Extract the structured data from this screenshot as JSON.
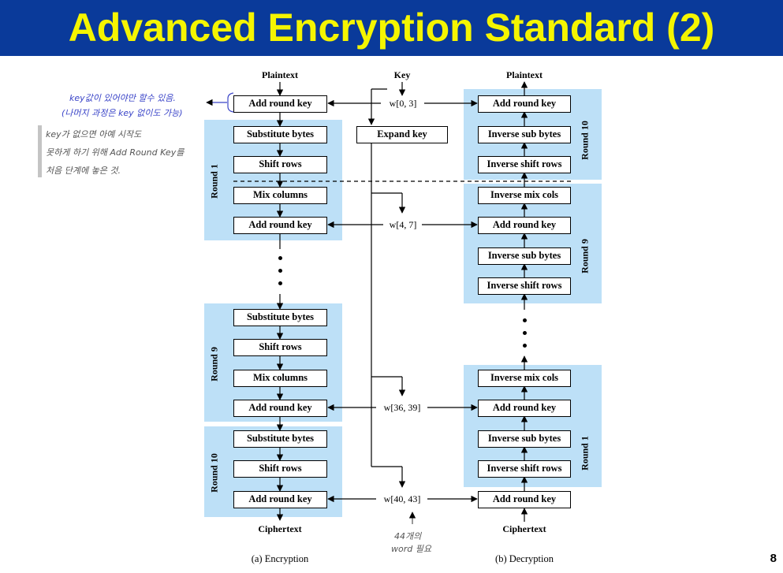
{
  "slide": {
    "title": "Advanced Encryption Standard (2)",
    "page_number": "8"
  },
  "encryption": {
    "top_label": "Plaintext",
    "bottom_label": "Ciphertext",
    "caption": "(a) Encryption",
    "initial_box": "Add round key",
    "rounds": [
      {
        "label": "Round 1",
        "steps": [
          "Substitute bytes",
          "Shift rows",
          "Mix columns",
          "Add round key"
        ]
      },
      {
        "label": "Round 9",
        "steps": [
          "Substitute bytes",
          "Shift rows",
          "Mix columns",
          "Add round key"
        ]
      },
      {
        "label": "Round 10",
        "steps": [
          "Substitute bytes",
          "Shift rows",
          "Add round key"
        ]
      }
    ]
  },
  "key": {
    "top_label": "Key",
    "expand_label": "Expand key",
    "words": [
      "w[0, 3]",
      "w[4, 7]",
      "w[36, 39]",
      "w[40, 43]"
    ]
  },
  "decryption": {
    "top_label": "Plaintext",
    "bottom_label": "Ciphertext",
    "caption": "(b) Decryption",
    "rounds": [
      {
        "label": "Round 10",
        "steps": [
          "Add round key",
          "Inverse sub bytes",
          "Inverse shift rows"
        ]
      },
      {
        "label": "Round 9",
        "steps": [
          "Inverse mix cols",
          "Add round key",
          "Inverse sub bytes",
          "Inverse shift rows"
        ]
      },
      {
        "label": "Round 1",
        "steps": [
          "Inverse mix cols",
          "Add round key",
          "Inverse sub bytes",
          "Inverse shift rows"
        ]
      }
    ],
    "final_box": "Add round key"
  },
  "annotations": {
    "note_top_line1": "key값이 있어야만 할수 있음.",
    "note_top_line2": "(나머지 과정은 key 없이도 가능)",
    "note_side_line1": "key가 없으면 아예 시작도",
    "note_side_line2": "못하게 하기 위해 Add Round Key를",
    "note_side_line3": "처음 단계에 놓은 것.",
    "note_words_line1": "44개의",
    "note_words_line2": "word 필요"
  }
}
